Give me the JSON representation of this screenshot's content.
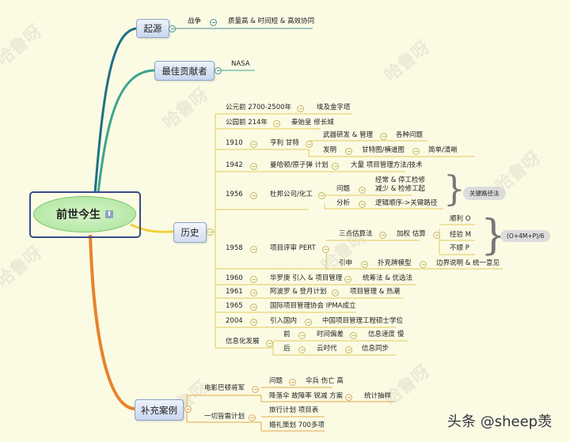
{
  "watermark": "哈鲁呀",
  "credit": "头条 @sheep羡",
  "colors": {
    "background": "#fbfbe4",
    "origin_branch": "#1f6f86",
    "contributor_branch": "#3aa58c",
    "history_branch": "#f2d03b",
    "cases_branch": "#e8842a"
  },
  "center": {
    "label": "前世今生",
    "icon": "attachment-icon"
  },
  "origin": {
    "label": "起源",
    "child": "战争",
    "leaf": "质量高 & 时间短 & 高效协同"
  },
  "contributor": {
    "label": "最佳贡献者",
    "child": "NASA"
  },
  "history": {
    "label": "历史",
    "r1": {
      "a": "公元前 2700-2500年",
      "b": "埃及金字塔"
    },
    "r2": {
      "a": "公园前 214年",
      "b": "秦始皇 修长城"
    },
    "r3": {
      "a": "1910",
      "b": "亨利 甘特",
      "c1": "武器研发 & 管理",
      "d1": "各种问题",
      "c2": "发明",
      "d2": "甘特图/横道图",
      "e2": "简单/清晰"
    },
    "r4": {
      "a": "1942",
      "b": "曼哈顿/原子弹 计划",
      "c": "大量 项目管理方法/技术"
    },
    "r5": {
      "a": "1956",
      "b": "杜邦公司/化工",
      "c1": "问题",
      "d1a": "经常 & 停工检修",
      "d1b": "减少 & 检修工起",
      "c2": "分析",
      "d2": "逻辑顺序->关键路径",
      "summary": "关键路径法"
    },
    "r6": {
      "a": "1958",
      "b": "项目评审 PERT",
      "c1": "三点估算法",
      "d1": "加权 估算",
      "e1": "顺利 O",
      "e2": "经验 M",
      "e3": "不顺 P",
      "summary": "(O+4M+P)/6",
      "c2": "引申",
      "d2": "扑克牌模型",
      "e4": "边界说明 & 统一意见"
    },
    "r7": {
      "a": "1960",
      "b": "华罗庚 引入 & 项目管理",
      "c": "统筹法 & 优选法"
    },
    "r8": {
      "a": "1961",
      "b": "阿波罗 & 登月计划",
      "c": "项目管理 & 热潮"
    },
    "r9": {
      "a": "1965",
      "b": "国际项目管理协会 IPMA成立"
    },
    "r10": {
      "a": "2004",
      "b": "引入国内",
      "c": "中国项目管理工程硕士学位"
    },
    "r11": {
      "a": "信息化发展",
      "b1": "前",
      "c1": "时间偏差",
      "d1": "信息速度 慢",
      "b2": "后",
      "c2": "云时代",
      "d2": "信息同步"
    }
  },
  "cases": {
    "label": "补充案例",
    "c1": {
      "label": "电影巴顿将军",
      "q": "问题",
      "q_leaf": "伞兵 伤亡 高",
      "s": "降落伞 故障率 锐减 方案",
      "s_leaf": "统计抽样"
    },
    "c2": {
      "label": "一切皆需计划",
      "a": "旅行计划 项目表",
      "b": "婚礼策划 700多项"
    }
  }
}
